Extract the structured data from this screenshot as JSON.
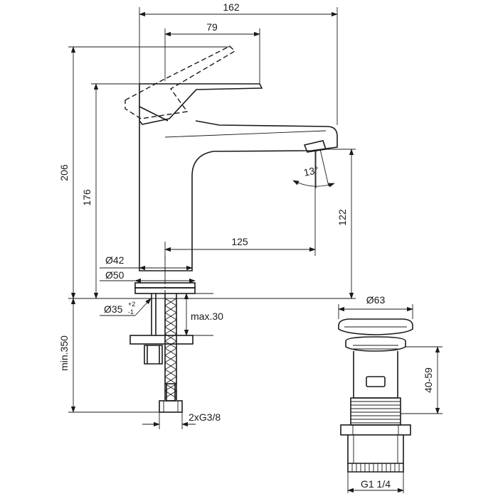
{
  "dimensions": {
    "width_total": "162",
    "lever_reach": "79",
    "height_total": "206",
    "body_height": "176",
    "spout_height": "122",
    "spout_reach": "125",
    "diam_42": "Ø42",
    "diam_50": "Ø50",
    "diam_35": "Ø35",
    "diam_35_tol_plus": "+2",
    "diam_35_tol_minus": "-1",
    "max_30": "max.30",
    "min_350": "min.350",
    "hoses": "2xG3/8",
    "angle": "13°",
    "waste_diam": "Ø63",
    "waste_range": "40-59",
    "waste_thread": "G1 1/4"
  }
}
